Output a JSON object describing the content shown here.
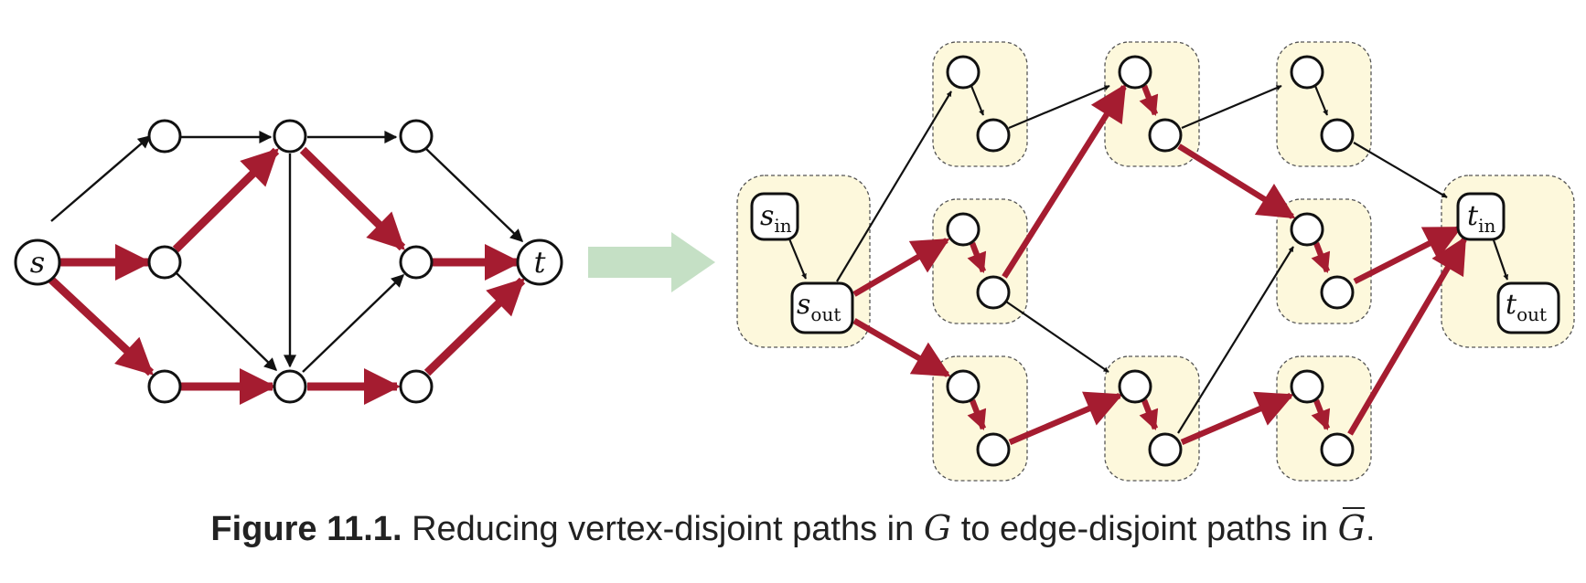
{
  "caption": {
    "label": "Figure 11.1.",
    "text_before_g": "Reducing vertex-disjoint paths in",
    "g": "G",
    "text_middle": "to edge-disjoint paths in",
    "g_bar": "G",
    "text_end": "."
  },
  "left_graph": {
    "source_label": "s",
    "sink_label": "t"
  },
  "right_graph": {
    "s_in": {
      "base": "s",
      "sub": "in"
    },
    "s_out": {
      "base": "s",
      "sub": "out"
    },
    "t_in": {
      "base": "t",
      "sub": "in"
    },
    "t_out": {
      "base": "t",
      "sub": "out"
    }
  },
  "colors": {
    "path_edge": "#a51c30",
    "normal_edge": "#111111",
    "group_fill": "#fdf8dc",
    "arrow_transform": "#c5e0c5"
  }
}
